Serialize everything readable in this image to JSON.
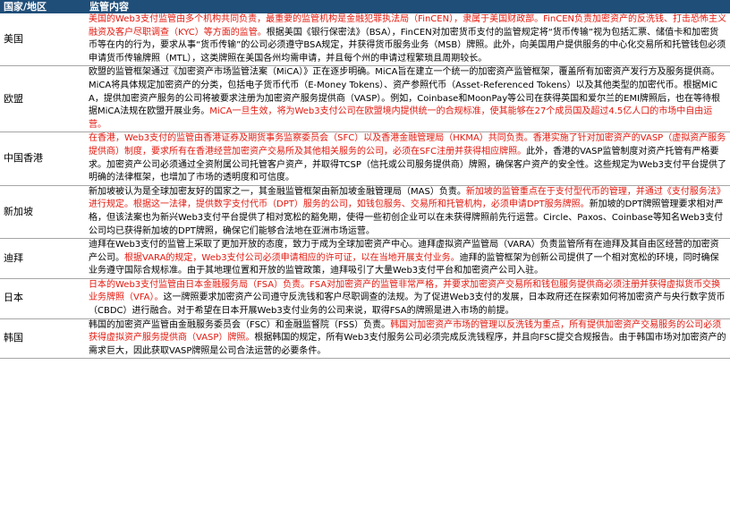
{
  "header": {
    "col_region": "国家/地区",
    "col_content": "监管内容"
  },
  "colors": {
    "header_bg": "#1f4e79",
    "highlight": "#e3170d"
  },
  "rows": [
    {
      "region": "美国",
      "segments": [
        {
          "t": "美国的Web3支付监管由多个机构共同负责，最重要的监管机构是金融犯罪执法局（FinCEN），隶属于美国财政部。FinCEN负责加密资产的反洗钱、打击恐怖主义融资及客户尽职调查（KYC）等方面的监管。",
          "red": true
        },
        {
          "t": "根据美国《银行保密法》（BSA），FinCEN对加密货币支付的监管规定将“货币传输”视为包括汇票、储值卡和加密货币等在内的行为，要求从事“货币传输”的公司必须遵守BSA规定，并获得货币服务业务（MSB）牌照。此外，向美国用户提供服务的中心化交易所和托管钱包必须申请货币传输牌照（MTL），这类牌照在美国各州均需申请，并且每个州的申请过程繁琐且周期较长。",
          "red": false
        }
      ]
    },
    {
      "region": "欧盟",
      "segments": [
        {
          "t": "欧盟的监管框架通过《加密资产市场监管法案（MiCA）》正在逐步明确。MiCA旨在建立一个统一的加密资产监管框架，覆盖所有加密资产发行方及服务提供商。MiCA将具体规定加密资产的分类，包括电子货币代币（E-Money Tokens）、资产参照代币（Asset-Referenced Tokens）以及其他类型的加密代币。根据MiCA，提供加密资产服务的公司将被要求注册为加密资产服务提供商（VASP）。例如，Coinbase和MoonPay等公司在获得英国和爱尔兰的EMI牌照后，也在等待根据MiCA法规在欧盟开展业务。",
          "red": false
        },
        {
          "t": "MiCA一旦生效，将为Web3支付公司在欧盟境内提供统一的合规标准，使其能够在27个成员国及超过4.5亿人口的市场中自由运营。",
          "red": true
        }
      ]
    },
    {
      "region": "中国香港",
      "segments": [
        {
          "t": "在香港，Web3支付的监管由香港证券及期货事务监察委员会（SFC）以及香港金融管理局（HKMA）共同负责。香港实施了针对加密资产的VASP（虚拟资产服务提供商）制度，要求所有在香港经营加密资产交易所及其他相关服务的公司，必须在SFC注册并获得相应牌照。",
          "red": true
        },
        {
          "t": "此外，香港的VASP监管制度对资产托管有严格要求。加密资产公司必须通过全资附属公司托管客户资产，并取得TCSP（信托或公司服务提供商）牌照，确保客户资产的安全性。这些规定为Web3支付平台提供了明确的法律框架，也增加了市场的透明度和可信度。",
          "red": false
        }
      ]
    },
    {
      "region": "新加坡",
      "segments": [
        {
          "t": "新加坡被认为是全球加密友好的国家之一，其金融监管框架由新加坡金融管理局（MAS）负责。",
          "red": false
        },
        {
          "t": "新加坡的监管重点在于支付型代币的管理，并通过《支付服务法》进行规定。根据这一法律，提供数字支付代币（DPT）服务的公司，如钱包服务、交易所和托管机构，必须申请DPT服务牌照。",
          "red": true
        },
        {
          "t": "新加坡的DPT牌照管理要求相对严格，但该法案也为新兴Web3支付平台提供了相对宽松的豁免期，使得一些初创企业可以在未获得牌照前先行运营。Circle、Paxos、Coinbase等知名Web3支付公司均已获得新加坡的DPT牌照，确保它们能够合法地在亚洲市场运营。",
          "red": false
        }
      ]
    },
    {
      "region": "迪拜",
      "segments": [
        {
          "t": "迪拜在Web3支付的监管上采取了更加开放的态度，致力于成为全球加密资产中心。迪拜虚拟资产监管局（VARA）负责监管所有在迪拜及其自由区经营的加密资产公司。",
          "red": false
        },
        {
          "t": "根据VARA的规定，Web3支付公司必须申请相应的许可证，以在当地开展支付业务。",
          "red": true
        },
        {
          "t": "迪拜的监管框架为创新公司提供了一个相对宽松的环境，同时确保业务遵守国际合规标准。由于其地理位置和开放的监管政策，迪拜吸引了大量Web3支付平台和加密资产公司入驻。",
          "red": false
        }
      ]
    },
    {
      "region": "日本",
      "segments": [
        {
          "t": "日本的Web3支付监管由日本金融服务局（FSA）负责。FSA对加密资产的监管非常严格，并要求加密资产交易所和钱包服务提供商必须注册并获得虚拟货币交换业务牌照（VFA）。",
          "red": true
        },
        {
          "t": "这一牌照要求加密资产公司遵守反洗钱和客户尽职调查的法规。为了促进Web3支付的发展，日本政府还在探索如何将加密资产与央行数字货币（CBDC）进行融合。对于希望在日本开展Web3支付业务的公司来说，取得FSA的牌照是进入市场的前提。",
          "red": false
        }
      ]
    },
    {
      "region": "韩国",
      "segments": [
        {
          "t": "韩国的加密资产监管由金融服务委员会（FSC）和金融监督院（FSS）负责。",
          "red": false
        },
        {
          "t": "韩国对加密资产市场的管理以反洗钱为重点，所有提供加密资产交易服务的公司必须获得虚拟资产服务提供商（VASP）牌照。",
          "red": true
        },
        {
          "t": "根据韩国的规定，所有Web3支付服务公司必须完成反洗钱程序，并且向FSC提交合规报告。由于韩国市场对加密资产的需求巨大，因此获取VASP牌照是公司合法运营的必要条件。",
          "red": false
        }
      ]
    }
  ]
}
